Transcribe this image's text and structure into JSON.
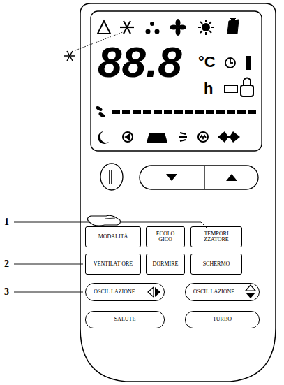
{
  "diagram": {
    "nodes": [
      {
        "text": [
          "MODALITÀ"
        ]
      },
      {
        "text": [
          "ECOLO GICO"
        ]
      },
      {
        "text": [
          "TEMPORI ZZATORE"
        ]
      },
      {
        "text": [
          "VENTILAT ORE"
        ]
      },
      {
        "text": [
          "DORMIRE"
        ]
      },
      {
        "text": [
          "SCHERMO"
        ]
      },
      {
        "text": [
          "OSCIL LAZIONE"
        ]
      },
      {
        "text": [
          "OSCIL LAZIONE"
        ]
      },
      {
        "text": [
          "SALUTE"
        ]
      },
      {
        "text": [
          "TURBO"
        ]
      }
    ],
    "labels": [
      "88.8",
      "°C",
      "h",
      "1",
      "2",
      "3"
    ]
  }
}
